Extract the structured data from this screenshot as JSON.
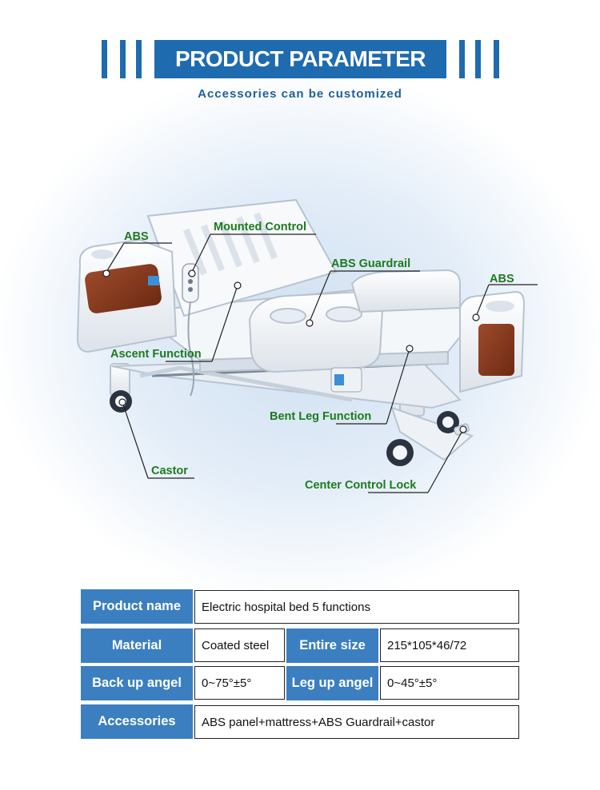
{
  "header": {
    "title": "PRODUCT PARAMETER",
    "subtitle": "Accessories can be customized",
    "accent_color": "#1f6bb0"
  },
  "callouts": {
    "abs_left": "ABS",
    "mounted_control": "Mounted Control",
    "abs_guardrail": "ABS Guardrail",
    "abs_right": "ABS",
    "ascent_function": "Ascent Function",
    "bent_leg_function": "Bent Leg Function",
    "castor": "Castor",
    "center_control_lock": "Center Control Lock",
    "label_color": "#1e7a1e"
  },
  "specs": {
    "product_name_label": "Product name",
    "product_name_value": "Electric hospital bed 5 functions",
    "material_label": "Material",
    "material_value": "Coated steel",
    "entire_size_label": "Entire size",
    "entire_size_value": "215*105*46/72",
    "back_up_label": "Back up angel",
    "back_up_value": "0~75°±5°",
    "leg_up_label": "Leg up angel",
    "leg_up_value": "0~45°±5°",
    "accessories_label": "Accessories",
    "accessories_value": "ABS panel+mattress+ABS Guardrail+castor",
    "header_cell_color": "#3b7fc0"
  }
}
